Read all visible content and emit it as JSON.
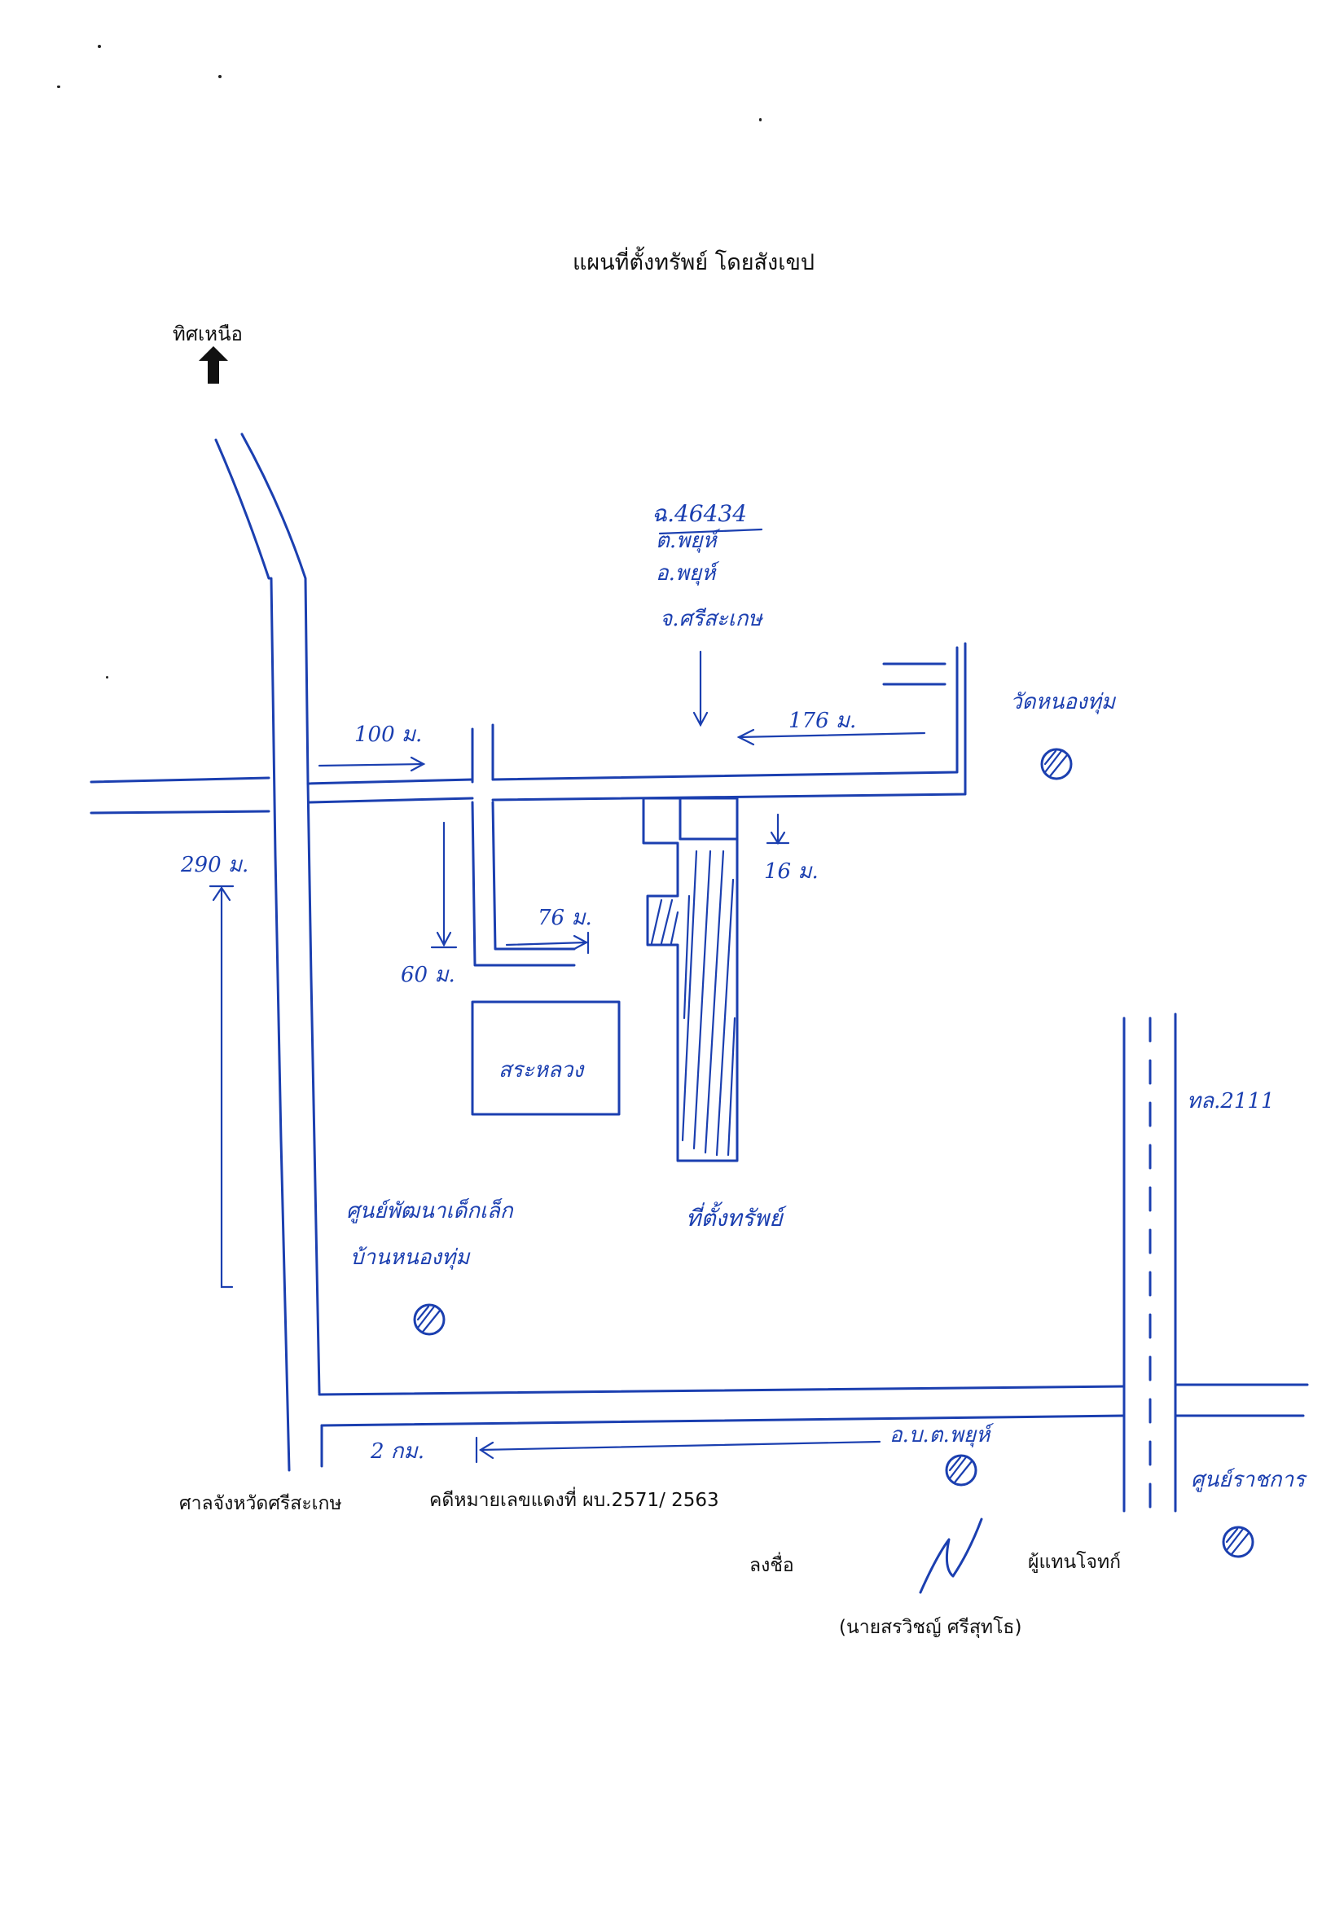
{
  "title": "แผนที่ตั้งทรัพย์ โดยสังเขป",
  "north": {
    "label": "ทิศเหนือ",
    "icon": "north-arrow-icon"
  },
  "parcel": {
    "deed": "ฉ.46434",
    "tambon": "ต.พยุห์",
    "amphoe": "อ.พยุห์",
    "changwat": "จ.ศรีสะเกษ"
  },
  "distances": {
    "d100": "100 ม.",
    "d176": "176 ม.",
    "d16": "16 ม.",
    "d290": "290 ม.",
    "d60": "60 ม.",
    "d76": "76 ม.",
    "d2km": "2 กม."
  },
  "places": {
    "temple": "วัดหนองทุ่ม",
    "pond": "สระหลวง",
    "property": "ที่ตั้งทรัพย์",
    "child_center_1": "ศูนย์พัฒนาเด็กเล็ก",
    "child_center_2": "บ้านหนองทุ่ม",
    "highway": "ทล.2111",
    "district_office": "อ.บ.ต.พยุห์",
    "hospital": "ศูนย์ราชการ"
  },
  "footer": {
    "court": "ศาลจังหวัดศรีสะเกษ",
    "case_no": "คดีหมายเลขแดงที่ ผบ.2571/ 2563",
    "sign_label": "ลงชื่อ",
    "signer_role": "ผู้แทนโจทก์",
    "signer_name": "(นายสรวิชญ์ ศรีสุทโธ)"
  },
  "colors": {
    "ink": "#1b3fb0",
    "print": "#111111"
  }
}
